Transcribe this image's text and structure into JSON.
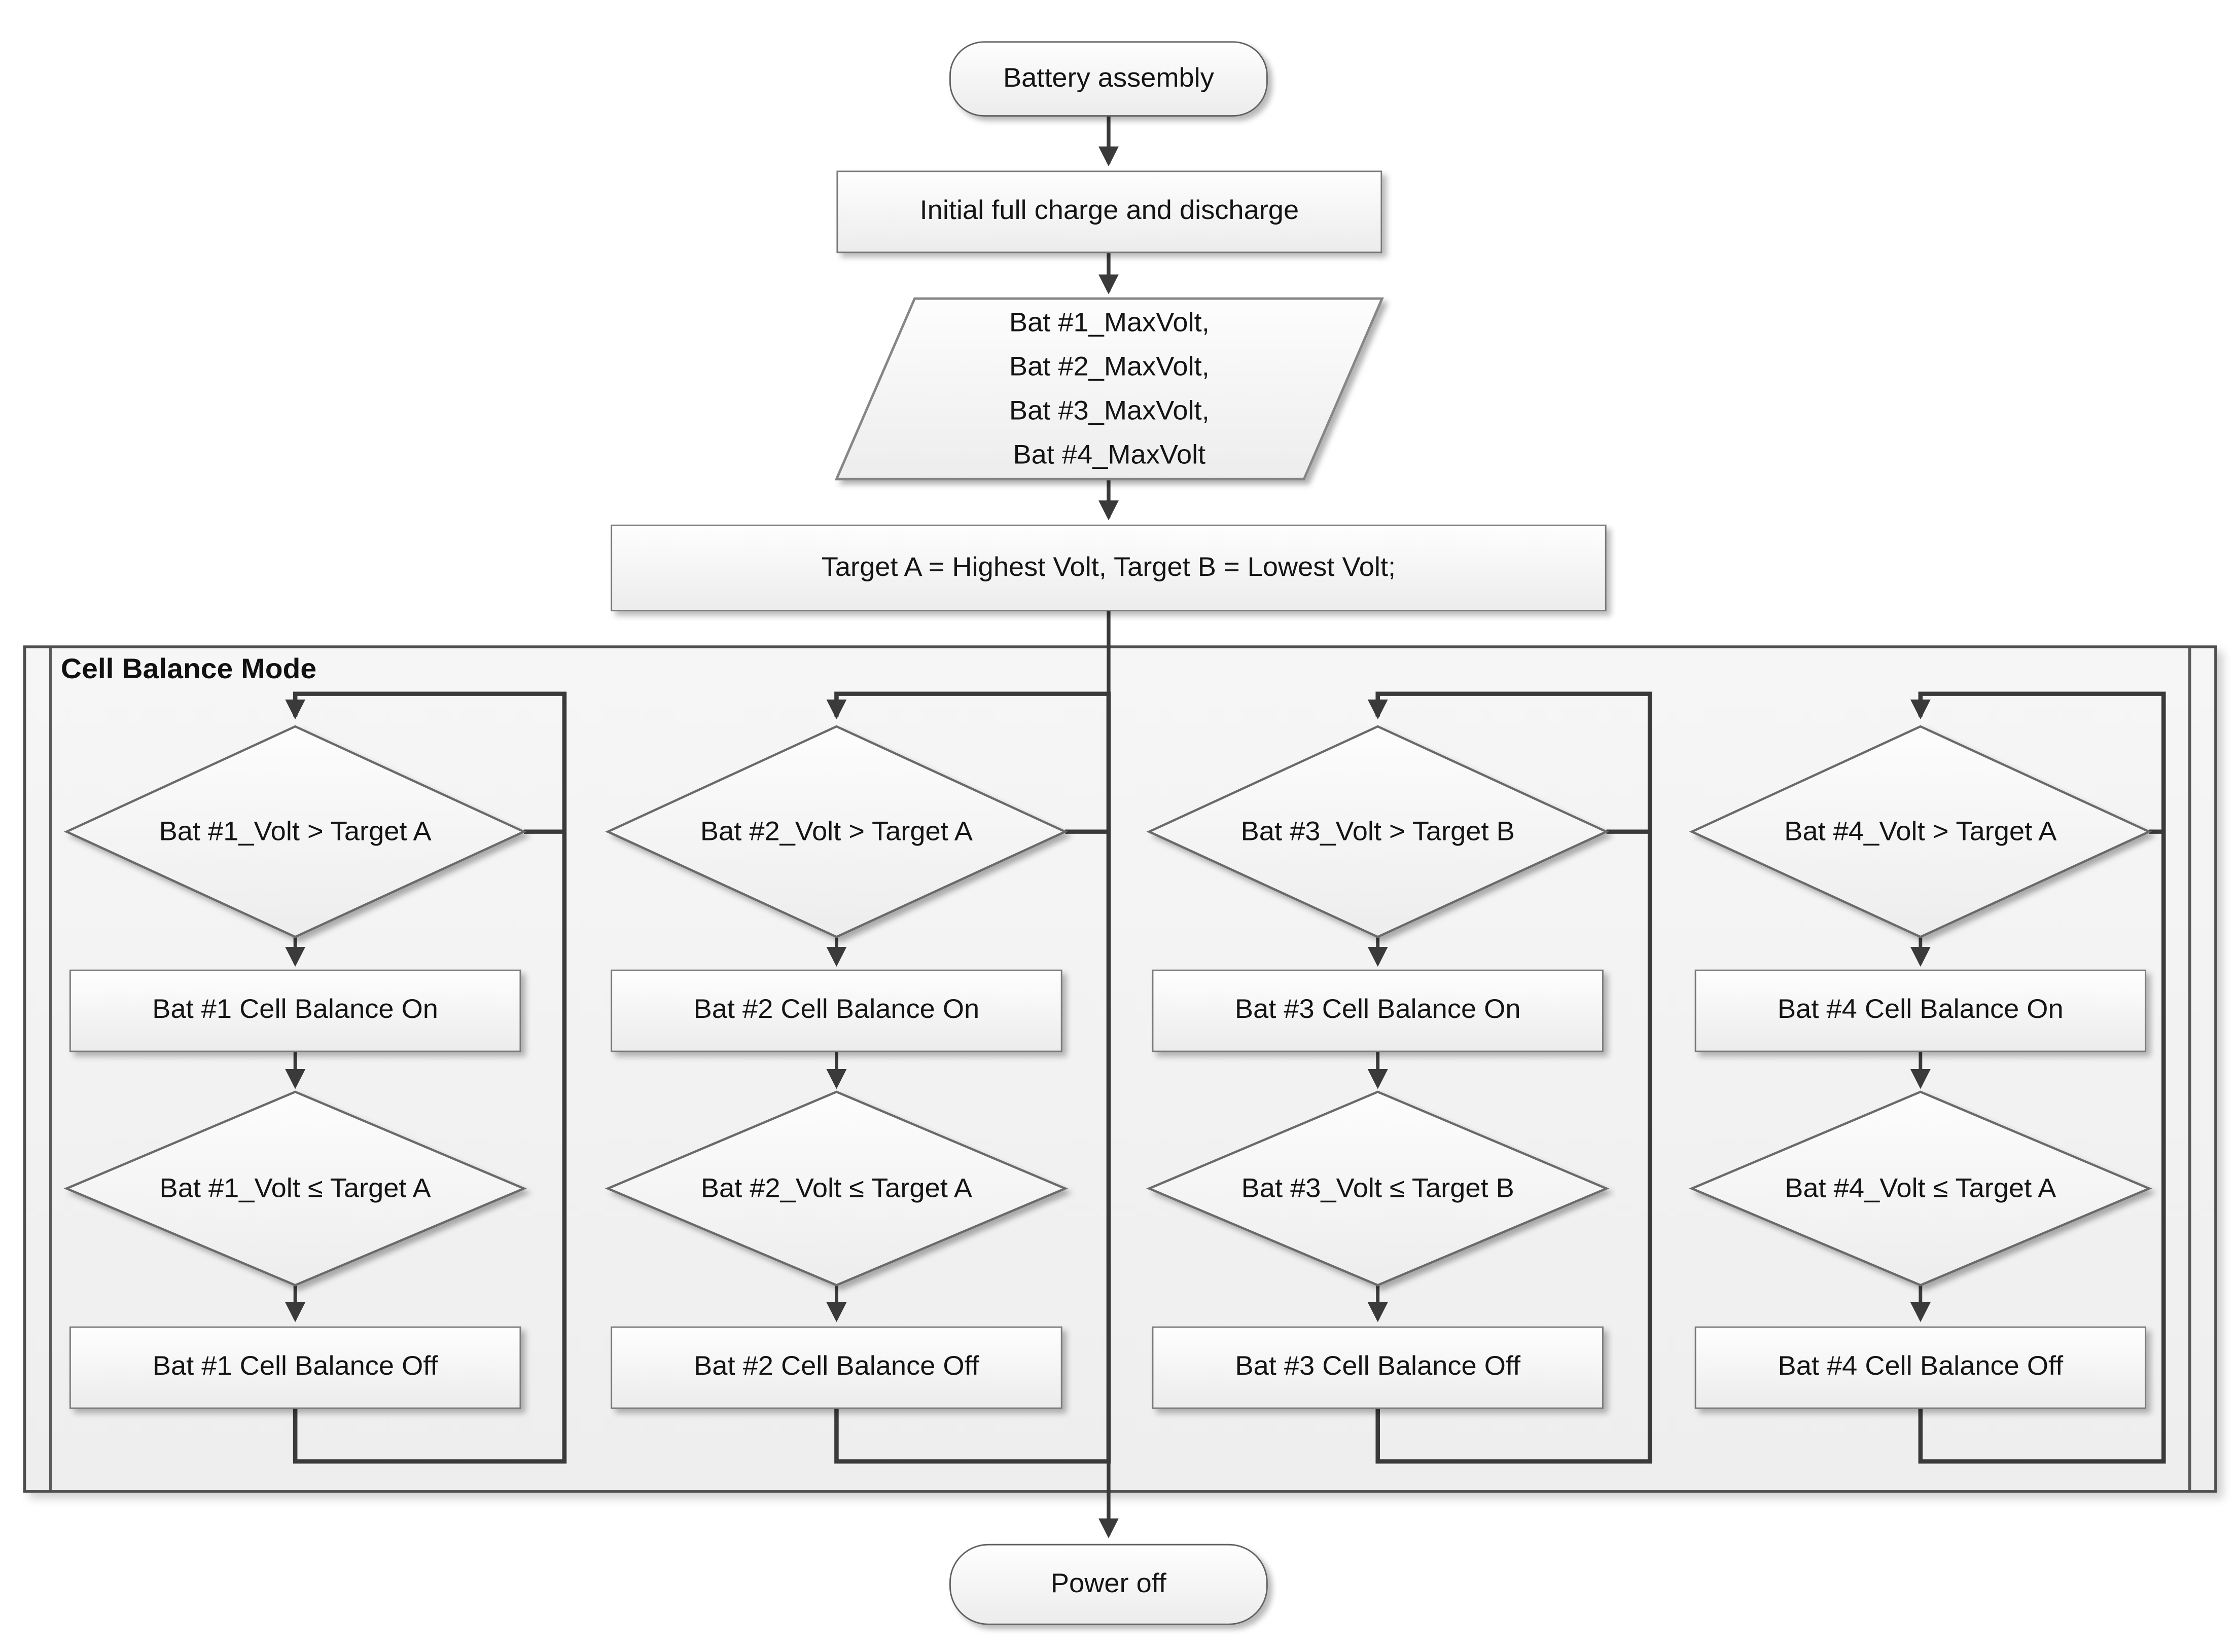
{
  "flowchart": {
    "start_label": "Battery assembly",
    "initial_step": "Initial full charge and discharge",
    "max_volt_data": [
      "Bat #1_MaxVolt,",
      "Bat #2_MaxVolt,",
      "Bat #3_MaxVolt,",
      "Bat #4_MaxVolt"
    ],
    "target_step": "Target A = Highest Volt, Target B = Lowest Volt;",
    "group_label": "Cell Balance Mode",
    "columns": [
      {
        "decision_high": "Bat #1_Volt > Target A",
        "balance_on": "Bat #1 Cell Balance On",
        "decision_low": "Bat #1_Volt ≤ Target A",
        "balance_off": "Bat #1 Cell Balance Off"
      },
      {
        "decision_high": "Bat #2_Volt > Target A",
        "balance_on": "Bat #2 Cell Balance On",
        "decision_low": "Bat #2_Volt ≤ Target A",
        "balance_off": "Bat #2 Cell Balance Off"
      },
      {
        "decision_high": "Bat #3_Volt > Target B",
        "balance_on": "Bat #3 Cell Balance On",
        "decision_low": "Bat #3_Volt ≤ Target B",
        "balance_off": "Bat #3 Cell Balance Off"
      },
      {
        "decision_high": "Bat #4_Volt > Target A",
        "balance_on": "Bat #4 Cell Balance On",
        "decision_low": "Bat #4_Volt ≤ Target A",
        "balance_off": "Bat #4 Cell Balance Off"
      }
    ],
    "end_label": "Power off"
  },
  "colors": {
    "connector": "#3a3a3a",
    "node_border": "#7a7a7a",
    "container_border": "#4e4e4e",
    "container_fill": "#f1f1f1",
    "node_fill_top": "#fefefe",
    "node_fill_bottom": "#ececec",
    "background": "#ffffff"
  }
}
